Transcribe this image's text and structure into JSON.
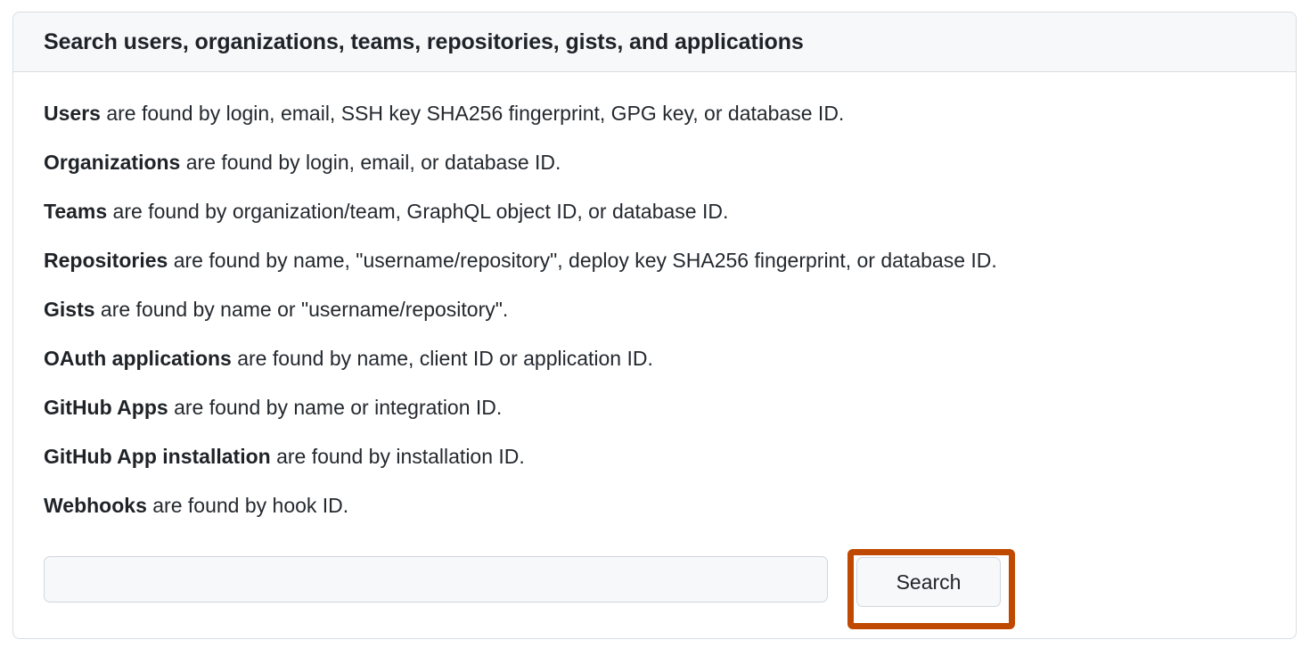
{
  "card": {
    "header_title": "Search users, organizations, teams, repositories, gists, and applications",
    "entries": [
      {
        "term": "Users",
        "rest": " are found by login, email, SSH key SHA256 fingerprint, GPG key, or database ID."
      },
      {
        "term": "Organizations",
        "rest": " are found by login, email, or database ID."
      },
      {
        "term": "Teams",
        "rest": " are found by organization/team, GraphQL object ID, or database ID."
      },
      {
        "term": "Repositories",
        "rest": " are found by name, \"username/repository\", deploy key SHA256 fingerprint, or database ID."
      },
      {
        "term": "Gists",
        "rest": " are found by name or \"username/repository\"."
      },
      {
        "term": "OAuth applications",
        "rest": " are found by name, client ID or application ID."
      },
      {
        "term": "GitHub Apps",
        "rest": " are found by name or integration ID."
      },
      {
        "term": "GitHub App installation",
        "rest": " are found by installation ID."
      },
      {
        "term": "Webhooks",
        "rest": " are found by hook ID."
      }
    ],
    "form": {
      "search_input_value": "",
      "search_input_placeholder": "",
      "search_button_label": "Search"
    }
  },
  "annotation": {
    "highlight_color": "#bf4900",
    "target": "search-button"
  }
}
